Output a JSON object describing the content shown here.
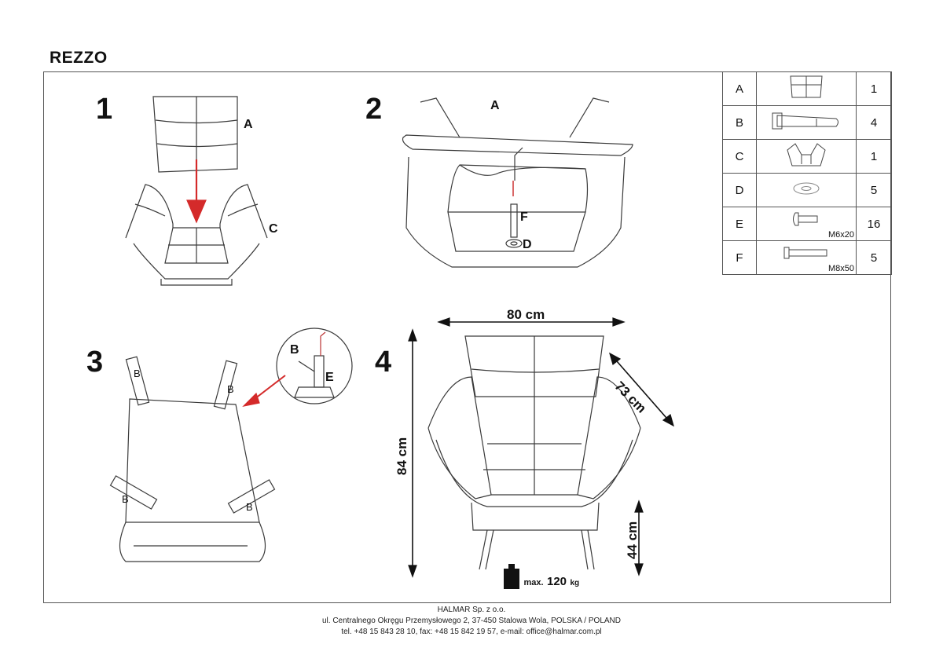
{
  "title": "REZZO",
  "steps": [
    "1",
    "2",
    "3",
    "4"
  ],
  "labels": {
    "step1": [
      "A",
      "C"
    ],
    "step2": [
      "A",
      "F",
      "D"
    ],
    "step3": [
      "B",
      "B",
      "B",
      "B",
      "B",
      "E"
    ]
  },
  "dimensions": {
    "width": "80 cm",
    "depth": "73 cm",
    "height": "84 cm",
    "seat_height": "44 cm"
  },
  "max_load": {
    "prefix": "max.",
    "value": "120",
    "unit": "kg"
  },
  "parts": [
    {
      "letter": "A",
      "icon": "backrest-icon",
      "qty": "1",
      "size": ""
    },
    {
      "letter": "B",
      "icon": "leg-icon",
      "qty": "4",
      "size": ""
    },
    {
      "letter": "C",
      "icon": "seat-body-icon",
      "qty": "1",
      "size": ""
    },
    {
      "letter": "D",
      "icon": "washer-icon",
      "qty": "5",
      "size": ""
    },
    {
      "letter": "E",
      "icon": "short-bolt-icon",
      "qty": "16",
      "size": "M6x20"
    },
    {
      "letter": "F",
      "icon": "long-bolt-icon",
      "qty": "5",
      "size": "M8x50"
    }
  ],
  "footer": {
    "company": "HALMAR Sp. z o.o.",
    "address": "ul. Centralnego Okręgu Przemysłowego 2, 37-450 Stalowa Wola, POLSKA / POLAND",
    "contact": "tel. +48 15 843 28 10, fax: +48 15 842 19 57, e-mail: office@halmar.com.pl"
  },
  "colors": {
    "arrow": "#d42a2a",
    "line": "#3a3a3a"
  }
}
